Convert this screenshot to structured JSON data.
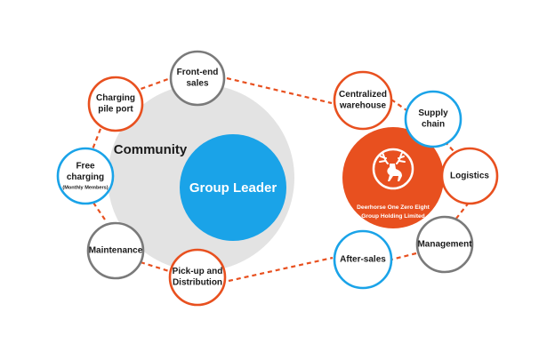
{
  "colors": {
    "orange": "#e8501f",
    "blue": "#1aa3e8",
    "gray": "#7a7a7a",
    "community_bg": "#e3e3e3",
    "group_leader": "#1aa3e8",
    "company": "#e8501f"
  },
  "community": {
    "label": "Community",
    "leader": "Group  Leader"
  },
  "company": {
    "line1": "Deerhorse One Zero Eight",
    "line2": "Group Holding Limited",
    "logo": "deer-logo"
  },
  "left_nodes": [
    {
      "id": "front-end-sales",
      "lines": [
        "Front-end",
        "sales"
      ],
      "ring": "gray"
    },
    {
      "id": "charging-pile-port",
      "lines": [
        "Charging",
        "pile port"
      ],
      "ring": "orange"
    },
    {
      "id": "free-charging",
      "lines": [
        "Free",
        "charging"
      ],
      "sub": "(Monthly Members)",
      "ring": "blue"
    },
    {
      "id": "maintenance",
      "lines": [
        "Maintenance"
      ],
      "ring": "gray"
    },
    {
      "id": "pick-up-distribution",
      "lines": [
        "Pick-up and",
        "Distribution"
      ],
      "ring": "orange"
    }
  ],
  "right_nodes": [
    {
      "id": "centralized-warehouse",
      "lines": [
        "Centralized",
        "warehouse"
      ],
      "ring": "orange"
    },
    {
      "id": "supply-chain",
      "lines": [
        "Supply",
        "chain"
      ],
      "ring": "blue"
    },
    {
      "id": "logistics",
      "lines": [
        "Logistics"
      ],
      "ring": "orange"
    },
    {
      "id": "management",
      "lines": [
        "Management"
      ],
      "ring": "gray"
    },
    {
      "id": "after-sales",
      "lines": [
        "After-sales"
      ],
      "ring": "blue"
    }
  ]
}
